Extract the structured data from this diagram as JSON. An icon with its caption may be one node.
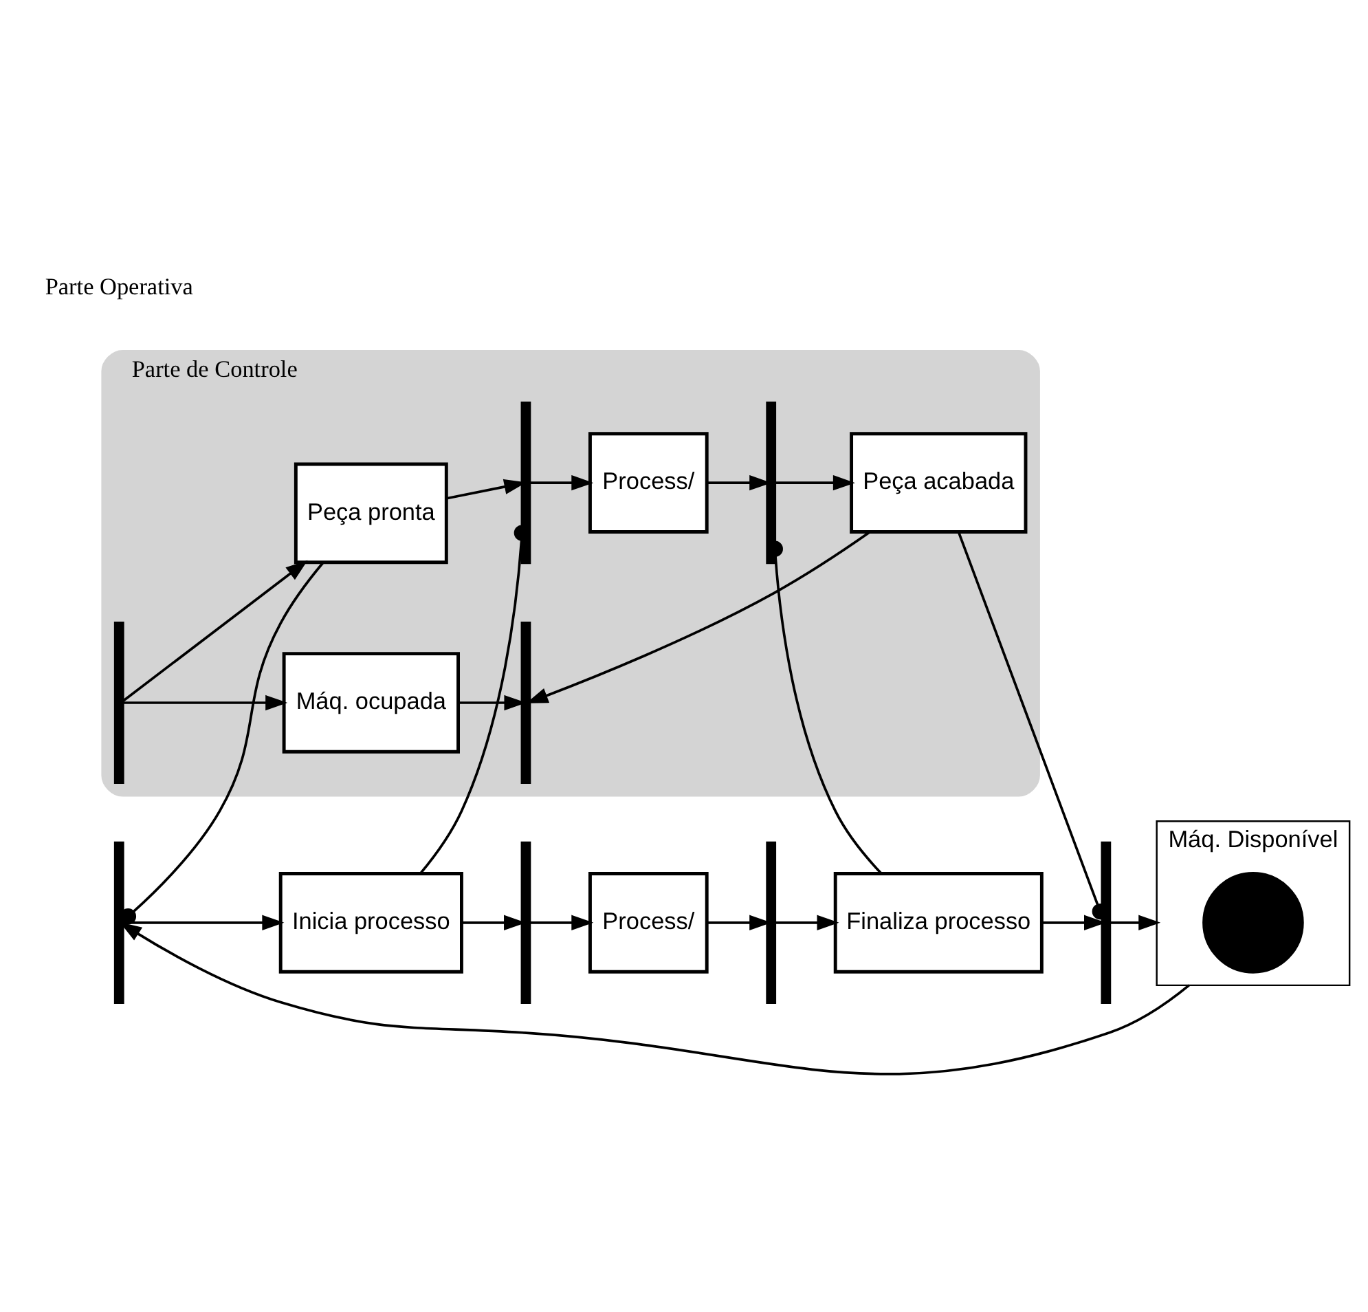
{
  "diagram": {
    "nodes": [
      {
        "text": [
          "Parte de Controle"
        ]
      },
      {
        "text": [],
        "shape": "bar",
        "in": 0
      },
      {
        "text": [
          "Máq. ocupada"
        ],
        "in": 0
      },
      {
        "text": [],
        "shape": "bar",
        "in": 0
      },
      {
        "text": [
          "Peça pronta"
        ],
        "in": 0
      },
      {
        "text": [],
        "shape": "bar",
        "in": 0
      },
      {
        "text": [
          "Process/"
        ],
        "in": 0
      },
      {
        "text": [],
        "shape": "bar",
        "in": 0
      },
      {
        "text": [
          "Peça acabada"
        ],
        "in": 0
      },
      {
        "text": [],
        "shape": "bar"
      },
      {
        "text": [
          "Inicia processo"
        ]
      },
      {
        "text": [],
        "shape": "bar"
      },
      {
        "text": [
          "Process/"
        ]
      },
      {
        "text": [],
        "shape": "bar"
      },
      {
        "text": [
          "Finaliza processo"
        ]
      },
      {
        "text": [],
        "shape": "bar"
      },
      {
        "text": [
          "Máq. Disponível"
        ]
      },
      {
        "text": [],
        "shape": "circle",
        "in": 16
      }
    ],
    "edges": [
      {
        "from": 1,
        "to": 2,
        "arrow": "to"
      },
      {
        "from": 2,
        "to": 3,
        "arrow": "to"
      },
      {
        "from": 1,
        "to": 4,
        "arrow": "to"
      },
      {
        "from": 4,
        "to": 5,
        "arrow": "to"
      },
      {
        "from": 5,
        "to": 6,
        "arrow": "to"
      },
      {
        "from": 6,
        "to": 7,
        "arrow": "to"
      },
      {
        "from": 7,
        "to": 8,
        "arrow": "to"
      },
      {
        "from": 8,
        "to": 3,
        "arrow": "to"
      },
      {
        "from": 9,
        "to": 10,
        "arrow": "to"
      },
      {
        "from": 10,
        "to": 11,
        "arrow": "to"
      },
      {
        "from": 11,
        "to": 12,
        "arrow": "to"
      },
      {
        "from": 12,
        "to": 13,
        "arrow": "to"
      },
      {
        "from": 13,
        "to": 14,
        "arrow": "to"
      },
      {
        "from": 14,
        "to": 15,
        "arrow": "to"
      },
      {
        "from": 15,
        "to": 16,
        "arrow": "to"
      },
      {
        "from": 16,
        "to": 9,
        "arrow": "to"
      },
      {
        "from": 4,
        "to": 9,
        "arrow": "other"
      },
      {
        "from": 10,
        "to": 5,
        "arrow": "other"
      },
      {
        "from": 14,
        "to": 7,
        "arrow": "other"
      },
      {
        "from": 8,
        "to": 15,
        "arrow": "other"
      }
    ],
    "labels": [
      "Parte Operativa"
    ]
  }
}
